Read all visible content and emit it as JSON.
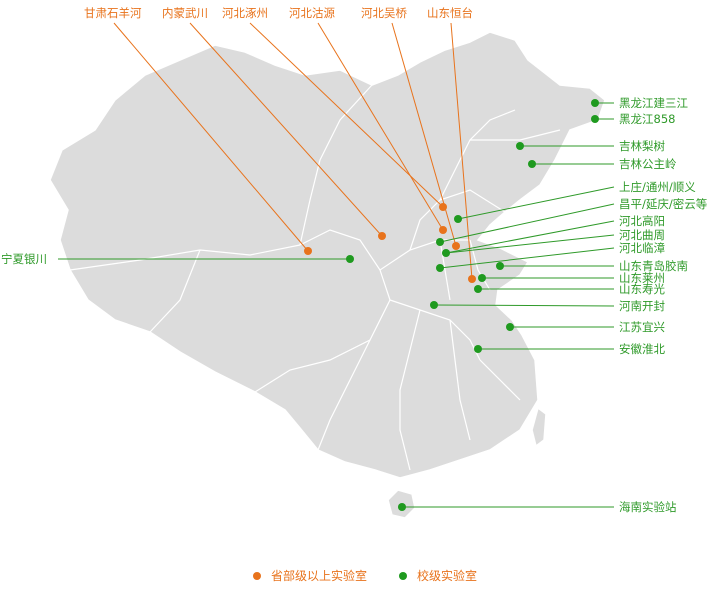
{
  "colors": {
    "land": "#dcdcdc",
    "border": "#ffffff",
    "provincial_marker": "#e8731c",
    "school_marker": "#1f9a1f",
    "provincial_line": "#e8731c",
    "school_line": "#2f9a2a"
  },
  "provincial_stations": [
    {
      "name": "甘肃石羊河"
    },
    {
      "name": "内蒙武川"
    },
    {
      "name": "河北涿州"
    },
    {
      "name": "河北沽源"
    },
    {
      "name": "河北吴桥"
    },
    {
      "name": "山东恒台"
    }
  ],
  "school_stations": [
    {
      "name": "宁夏银川"
    },
    {
      "name": "黑龙江建三江"
    },
    {
      "name": "黑龙江858"
    },
    {
      "name": "吉林梨树"
    },
    {
      "name": "吉林公主岭"
    },
    {
      "name": "上庄/通州/顺义"
    },
    {
      "name": "昌平/延庆/密云等"
    },
    {
      "name": "河北高阳"
    },
    {
      "name": "河北曲周"
    },
    {
      "name": "河北临漳"
    },
    {
      "name": "山东青岛胶南"
    },
    {
      "name": "山东莱州"
    },
    {
      "name": "山东寿光"
    },
    {
      "name": "河南开封"
    },
    {
      "name": "江苏宜兴"
    },
    {
      "name": "安徽淮北"
    },
    {
      "name": "海南实验站"
    }
  ],
  "legend": {
    "provincial_label": "省部级以上实验室",
    "school_label": "校级实验室"
  }
}
